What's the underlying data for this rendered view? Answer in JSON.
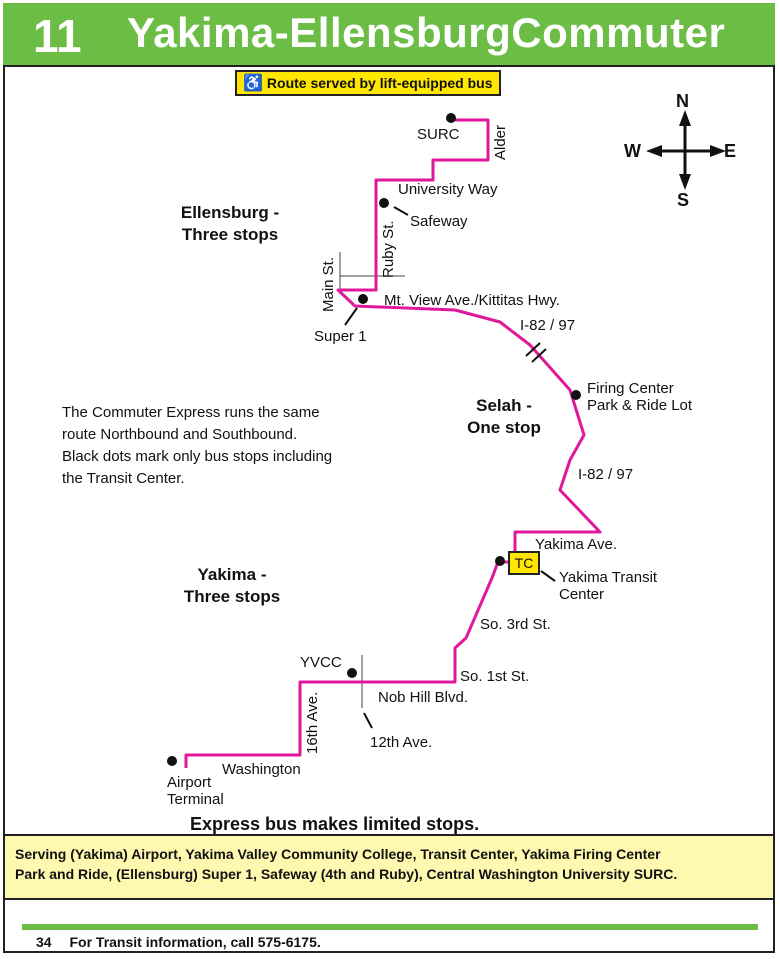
{
  "header": {
    "route_number": "11",
    "title": "Yakima-EllensburgCommuter"
  },
  "lift_badge": {
    "icon": "wheelchair-icon",
    "text": "Route served by lift-equipped bus"
  },
  "compass": {
    "n": "N",
    "s": "S",
    "e": "E",
    "w": "W"
  },
  "areas": {
    "ellensburg": [
      "Ellensburg -",
      "Three stops"
    ],
    "selah": [
      "Selah -",
      "One stop"
    ],
    "yakima": [
      "Yakima -",
      "Three stops"
    ]
  },
  "stops": {
    "surc": "SURC",
    "safeway": "Safeway",
    "super1": "Super 1",
    "firing_center": [
      "Firing Center",
      "Park & Ride Lot"
    ],
    "transit_center": [
      "Yakima Transit",
      "Center"
    ],
    "tc_badge": "TC",
    "yvcc": "YVCC",
    "airport": [
      "Airport",
      "Terminal"
    ]
  },
  "streets": {
    "alder": "Alder",
    "university_way": "University Way",
    "ruby": "Ruby St.",
    "main": "Main St.",
    "mt_view": "Mt. View  Ave./Kittitas Hwy.",
    "i82_north": "I-82 / 97",
    "i82_south": "I-82 / 97",
    "yakima_ave": "Yakima Ave.",
    "so_3rd": "So. 3rd St.",
    "so_1st": "So. 1st St.",
    "nob_hill": "Nob Hill Blvd.",
    "twelfth": "12th Ave.",
    "sixteenth": "16th Ave.",
    "washington": "Washington"
  },
  "note": [
    "The Commuter Express runs the same",
    "route Northbound and Southbound.",
    "Black dots mark only bus stops including",
    "the Transit Center."
  ],
  "express_note": "Express bus makes limited stops.",
  "serving": [
    "Serving (Yakima) Airport, Yakima Valley Community College, Transit Center, Yakima Firing Center",
    "Park and Ride, (Ellensburg) Super 1, Safeway (4th and Ruby), Central Washington University SURC."
  ],
  "footer": {
    "page": "34",
    "info": "For Transit information, call 575-6175."
  },
  "colors": {
    "route": "#e0189b",
    "header_green": "#6cbd45",
    "badge_yellow": "#ffe600",
    "serving_bg": "#fff8b0"
  }
}
